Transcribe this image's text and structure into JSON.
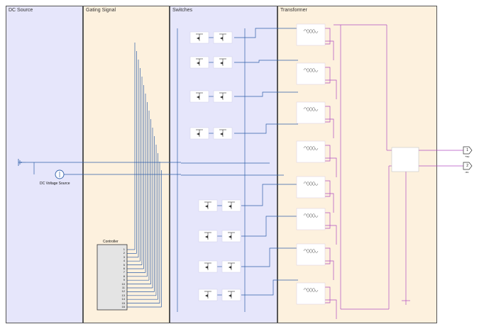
{
  "areas": {
    "dc_source": "DC Source",
    "gating_signal": "Gating Signal",
    "switches": "Switches",
    "transformer": "Transformer"
  },
  "blocks": {
    "dc_voltage_source": "DC Voltage Source",
    "controller": "Controller",
    "controller_ports": [
      "1",
      "2",
      "3",
      "4",
      "5",
      "6",
      "7",
      "8",
      "9",
      "10",
      "11",
      "12",
      "13",
      "14",
      "15",
      "16"
    ]
  },
  "outports": [
    {
      "number": "1",
      "label": "+sv"
    },
    {
      "number": "2",
      "label": "-sv"
    }
  ],
  "colors": {
    "dc_area": "#e6e6fb",
    "gating_area": "#fdf1de",
    "switch_area": "#e6e6fb",
    "transformer_area": "#fdf1de",
    "signal_line": "#2f5fa8",
    "physical_line": "#b04cc0"
  }
}
